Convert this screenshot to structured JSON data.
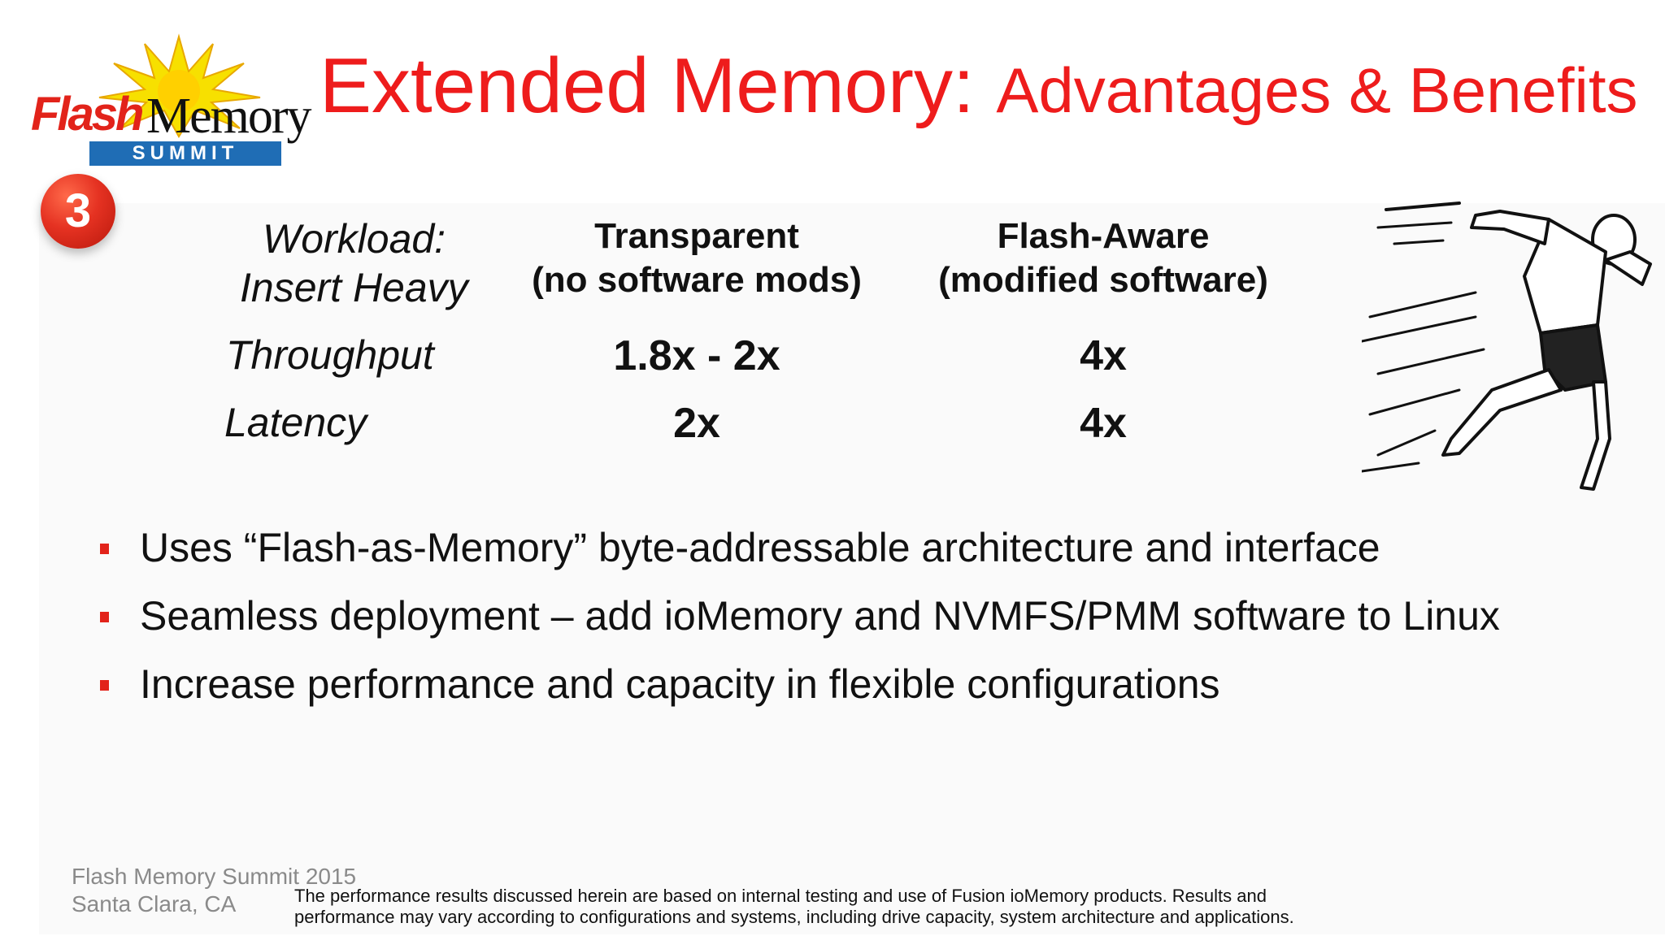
{
  "logo": {
    "flash": "Flash",
    "memory": "Memory",
    "summit": "SUMMIT"
  },
  "badge": "3",
  "title": {
    "main": "Extended Memory: ",
    "sub": "Advantages & Benefits"
  },
  "table": {
    "workload_label": [
      "Workload:",
      "Insert Heavy"
    ],
    "columns": [
      {
        "line1": "Transparent",
        "line2": "(no software mods)"
      },
      {
        "line1": "Flash-Aware",
        "line2": "(modified software)"
      }
    ],
    "rows": [
      {
        "label": "Throughput",
        "values": [
          "1.8x - 2x",
          "4x"
        ]
      },
      {
        "label": "Latency",
        "values": [
          "2x",
          "4x"
        ]
      }
    ]
  },
  "bullets": [
    "Uses “Flash-as-Memory” byte-addressable architecture and interface",
    "Seamless deployment – add ioMemory and NVMFS/PMM software to Linux",
    "Increase performance and capacity in flexible configurations"
  ],
  "footer": {
    "event": "Flash Memory Summit 2015",
    "location": "Santa Clara, CA",
    "disclaimer_line1": "The performance results discussed herein are based on internal testing and use of Fusion ioMemory products.  Results and",
    "disclaimer_line2": "performance may vary according to configurations and systems, including drive capacity, system architecture and applications."
  },
  "colors": {
    "title_red": "#ee1c1c",
    "logo_red": "#e2231a",
    "summit_blue": "#1f6db5",
    "bullet_red": "#e2231a",
    "footer_gray": "#8a8a8a"
  },
  "icons": [
    "sun-burst-icon",
    "runner-illustration"
  ]
}
